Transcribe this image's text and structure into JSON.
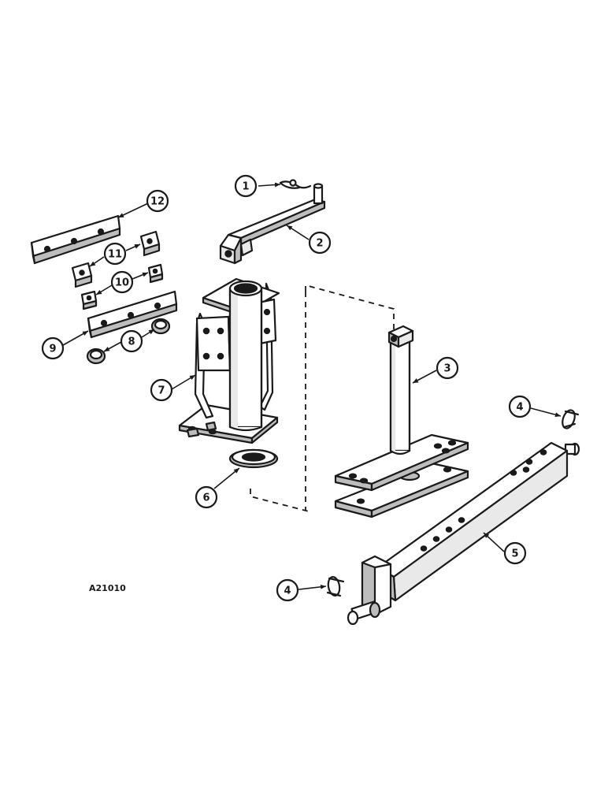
{
  "figure": {
    "reference_code": "A21010",
    "callouts": [
      "1",
      "2",
      "3",
      "4",
      "4",
      "5",
      "6",
      "7",
      "8",
      "9",
      "10",
      "11",
      "12"
    ]
  }
}
